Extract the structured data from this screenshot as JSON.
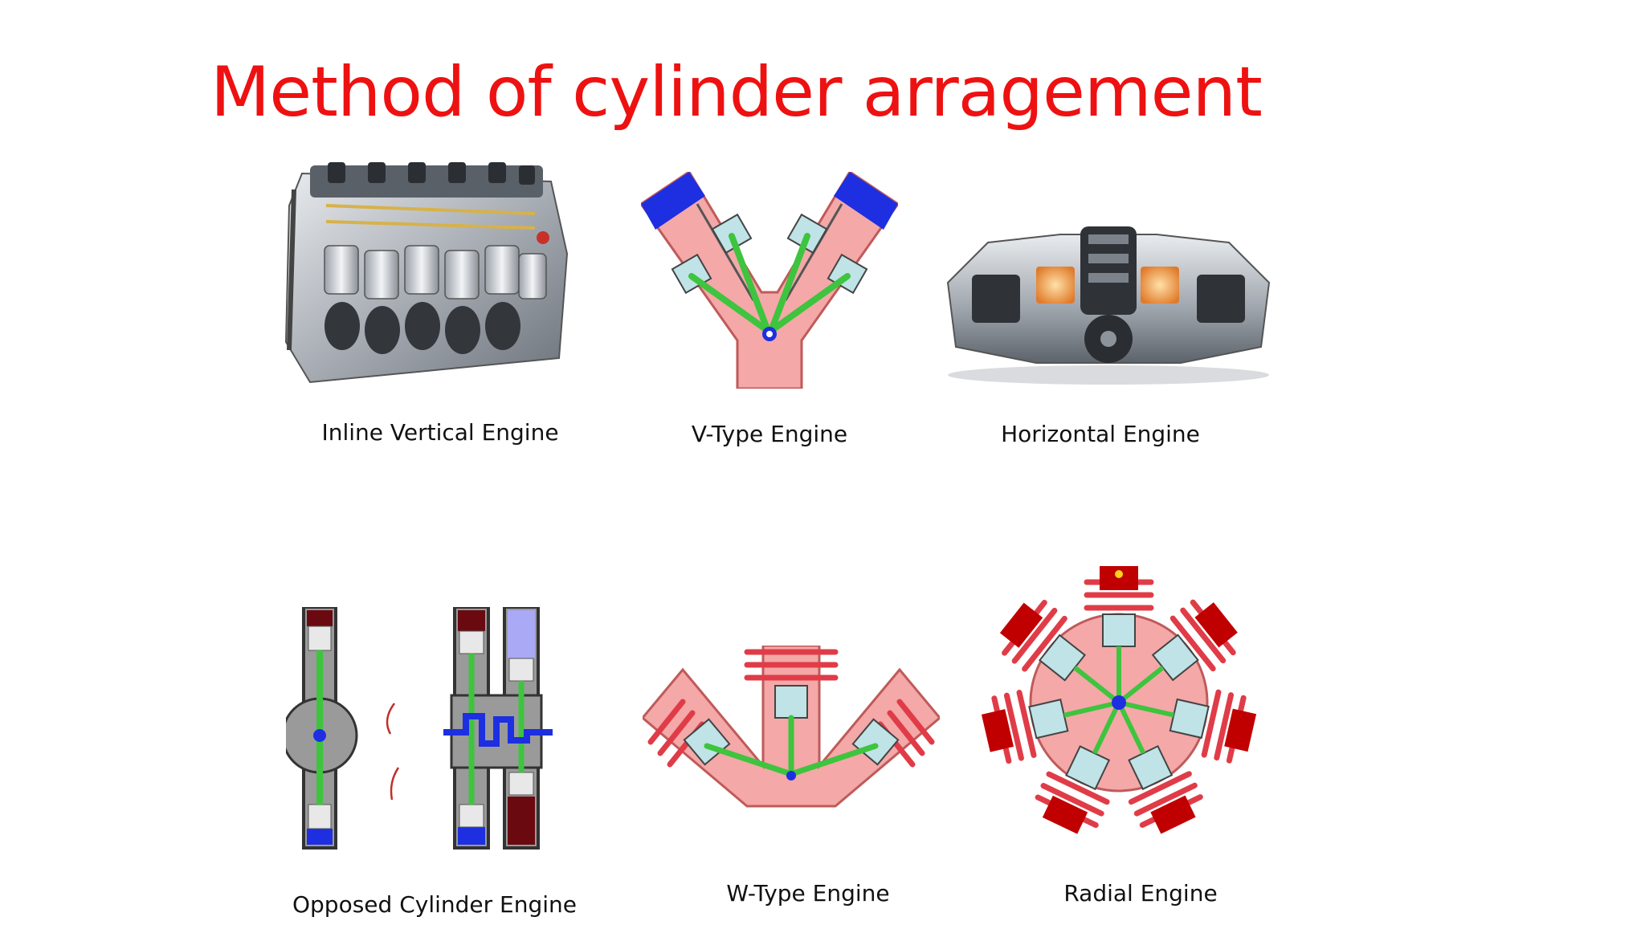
{
  "slide": {
    "title": "Method of cylinder arragement",
    "title_color": "#ee1111"
  },
  "figures": [
    {
      "id": "inline",
      "caption": "Inline Vertical Engine",
      "icon": "inline-engine-photo"
    },
    {
      "id": "vtype",
      "caption": "V-Type Engine",
      "icon": "v-engine-diagram"
    },
    {
      "id": "horizontal",
      "caption": "Horizontal Engine",
      "icon": "horizontal-engine-photo"
    },
    {
      "id": "opposed",
      "caption": "Opposed Cylinder Engine",
      "icon": "opposed-engine-diagram"
    },
    {
      "id": "wtype",
      "caption": "W-Type Engine",
      "icon": "w-engine-diagram"
    },
    {
      "id": "radial",
      "caption": "Radial Engine",
      "icon": "radial-engine-diagram"
    }
  ],
  "colors": {
    "cylinder_pink": "#f4a8a8",
    "fin_red": "#e03c48",
    "rod_green": "#3ec43e",
    "head_blue": "#1d2fe0",
    "piston_teal": "#bfe3e6",
    "dark_red": "#6a0a10",
    "lavender": "#a9a9f5",
    "metal_gray": "#b8bcc2"
  }
}
